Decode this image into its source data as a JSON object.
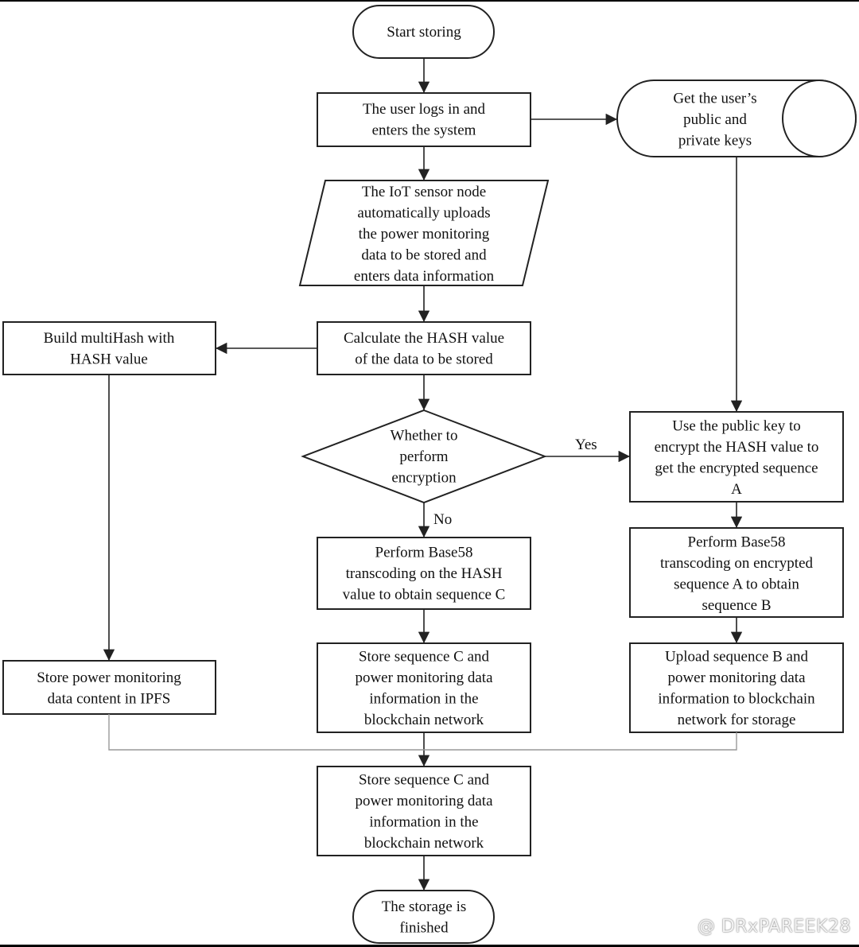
{
  "nodes": {
    "start": [
      "Start storing"
    ],
    "login": [
      "The user logs in and",
      "enters the system"
    ],
    "keys": [
      "Get the user’s",
      "public and",
      "private keys"
    ],
    "upload": [
      "The IoT sensor node",
      "automatically uploads",
      "the power monitoring",
      "data to be stored and",
      "enters data information"
    ],
    "hash": [
      "Calculate the HASH value",
      "of the data to be stored"
    ],
    "multihash": [
      "Build multiHash with",
      "HASH value"
    ],
    "decision": [
      "Whether to",
      "perform",
      "encryption"
    ],
    "encrypt": [
      "Use the public key to",
      "encrypt the HASH value to",
      "get the encrypted sequence",
      "A"
    ],
    "base58c": [
      "Perform Base58",
      "transcoding on the HASH",
      "value to obtain sequence C"
    ],
    "base58b": [
      "Perform Base58",
      "transcoding on encrypted",
      "sequence A to obtain",
      "sequence B"
    ],
    "ipfs": [
      "Store power monitoring",
      "data content in IPFS"
    ],
    "storec": [
      "Store sequence C and",
      "power monitoring data",
      "information in the",
      "blockchain network"
    ],
    "uploadb": [
      "Upload sequence B and",
      "power monitoring data",
      "information to blockchain",
      "network for storage"
    ],
    "storefinal": [
      "Store sequence C and",
      "power monitoring data",
      "information in the",
      "blockchain network"
    ],
    "end": [
      "The storage is",
      "finished"
    ]
  },
  "edge_labels": {
    "yes": "Yes",
    "no": "No"
  },
  "watermark": "@ DRxPAREEK28",
  "colors": {
    "stroke": "#222222",
    "merge_line": "#999999",
    "background": "#ffffff"
  }
}
